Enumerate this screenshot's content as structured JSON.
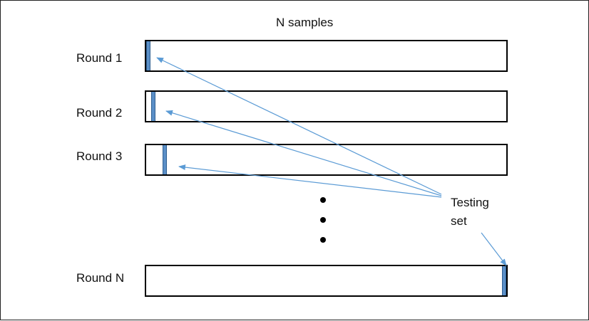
{
  "header": {
    "label": "N samples"
  },
  "rounds": [
    {
      "label": "Round 1"
    },
    {
      "label": "Round 2"
    },
    {
      "label": "Round 3"
    },
    {
      "label": "Round N"
    }
  ],
  "testing_set": {
    "line1": "Testing",
    "line2": "set"
  },
  "colors": {
    "stripe": "#5b8fc7",
    "arrow": "#5b9bd5",
    "bar_border": "#000000"
  }
}
